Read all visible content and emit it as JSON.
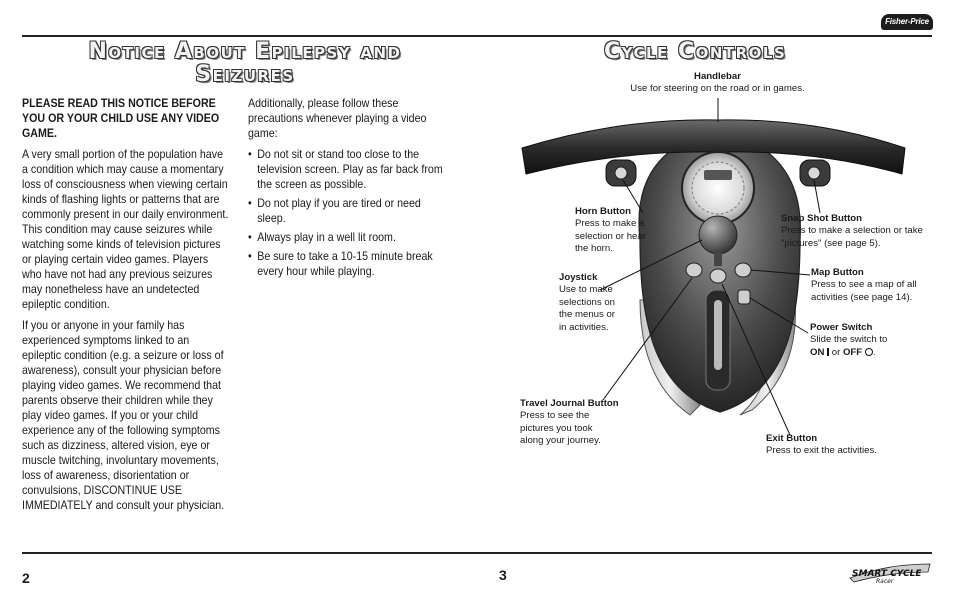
{
  "logo": {
    "text": "Fisher-Price"
  },
  "left": {
    "title": "Notice About Epilepsy and Seizures",
    "lead": "PLEASE READ THIS NOTICE BEFORE YOU OR YOUR CHILD USE ANY VIDEO GAME.",
    "p1": "A very small portion of the population have a condition which may cause a momentary loss of consciousness when viewing certain kinds of flashing lights or patterns that are commonly present in our daily environment. This condition may cause seizures while watching some kinds of television pictures or playing certain video games. Players who have not had any previous seizures may nonetheless have an undetected epileptic condition.",
    "p2": "If you or anyone in your family has experienced symptoms linked to an epileptic condition (e.g. a seizure or loss of awareness), consult your physician before playing video games. We recommend that parents observe their children while they play video games. If you or your child experience any of the following symptoms such as dizziness, altered vision, eye or muscle twitching, involuntary movements, loss of awareness, disorientation or convulsions, DISCONTINUE USE IMMEDIATELY and consult your physician.",
    "p3": "Additionally, please follow these precautions whenever playing a video game:",
    "bullets": [
      "Do not sit or stand too close to the television screen. Play as far back from the screen as possible.",
      "Do not play if you are tired or need sleep.",
      "Always play in a well lit room.",
      "Be sure to take a 10-15 minute break every hour while playing."
    ],
    "page_number": "2"
  },
  "right": {
    "title": "Cycle Controls",
    "callouts": {
      "handlebar": {
        "heading": "Handlebar",
        "body": "Use for steering on the road or in games."
      },
      "horn": {
        "heading": "Horn Button",
        "body": "Press to make a selection or hear the horn."
      },
      "snapshot": {
        "heading": "Snap Shot Button",
        "body": "Press to make a selection or take \"pictures\" (see page 5)."
      },
      "joystick": {
        "heading": "Joystick",
        "body": "Use to make selections on the menus or in activities."
      },
      "map": {
        "heading": "Map Button",
        "body": "Press to see a map of all activities (see page 14)."
      },
      "power": {
        "heading": "Power Switch",
        "body": "Slide the switch to",
        "on": "ON",
        "or": "or",
        "off": "OFF"
      },
      "journal": {
        "heading": "Travel Journal Button",
        "body": "Press to see the pictures you took along your journey."
      },
      "exit": {
        "heading": "Exit Button",
        "body": "Press to exit the activities."
      }
    },
    "page_number": "3"
  },
  "brand_logo": {
    "text": "SMART CYCLE Racer"
  }
}
